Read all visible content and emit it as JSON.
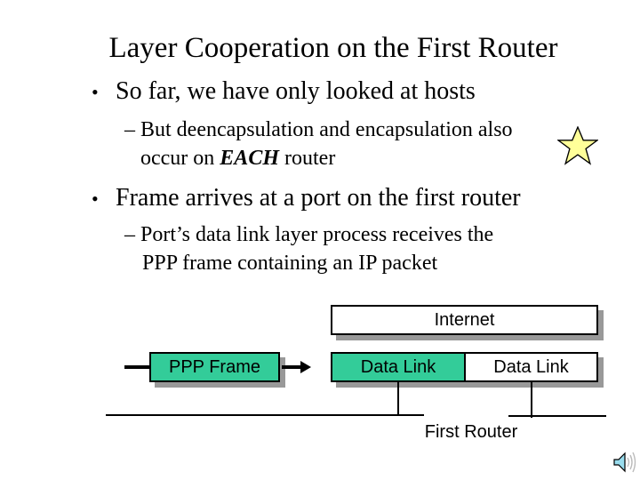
{
  "slide": {
    "title": "Layer Cooperation on the First Router",
    "bullet_char": "•",
    "dash_char": "–",
    "bullets": {
      "b1": "So far, we have only looked at hosts",
      "b1_sub_line1": "But deencapsulation and encapsulation also",
      "b1_sub_line2_pre": "occur on ",
      "b1_sub_line2_em": "EACH",
      "b1_sub_line2_post": " router",
      "b2": "Frame arrives at a port on the first router",
      "b2_sub_line1": "Port’s data link layer process receives the",
      "b2_sub_line2": "PPP frame containing an IP packet"
    }
  },
  "diagram": {
    "internet_label": "Internet",
    "ppp_frame_label": "PPP Frame",
    "data_link_left_label": "Data Link",
    "data_link_right_label": "Data Link",
    "first_router_label": "First Router"
  },
  "icons": {
    "star": "star-icon",
    "speaker": "speaker-icon"
  },
  "colors": {
    "box_green": "#33CC99",
    "shadow_gray": "#999999",
    "star_yellow": "#FFFF99",
    "speaker_blue": "#99DDEE"
  }
}
